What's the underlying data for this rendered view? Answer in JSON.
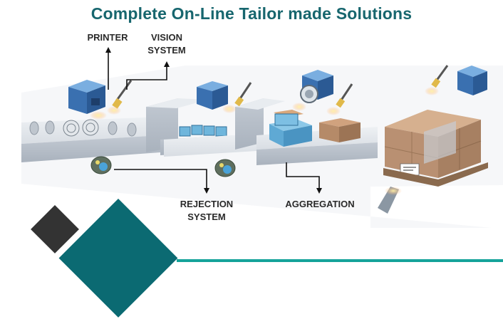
{
  "title": "Complete On-Line Tailor made Solutions",
  "labels": {
    "printer": "PRINTER",
    "vision_line1": "VISION",
    "vision_line2": "SYSTEM",
    "rejection_line1": "REJECTION",
    "rejection_line2": "SYSTEM",
    "aggregation": "AGGREGATION"
  },
  "colors": {
    "title": "#17666e",
    "teal": "#0b6a72",
    "dark_square": "#333333",
    "line": "#15a39a",
    "device_blue": "#3f78b8",
    "conveyor": "#d3d9e0",
    "box": "#b58a68"
  }
}
